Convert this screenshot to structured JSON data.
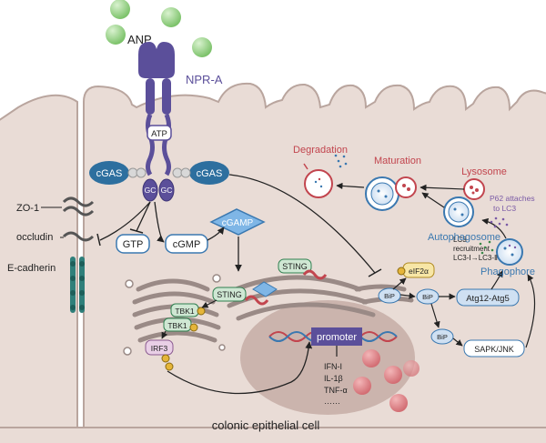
{
  "labels": {
    "anp": "ANP",
    "npr_a": "NPR-A",
    "atp": "ATP",
    "gc": "GC",
    "cgas": "cGAS",
    "gtp": "GTP",
    "cgmp": "cGMP",
    "cgamp": "cGAMP",
    "sting": "STING",
    "tbk1": "TBK1",
    "irf3": "IRF3",
    "promoter": "promoter",
    "cytokines": [
      "IFN-I",
      "IL-1β",
      "TNF-α",
      "……"
    ],
    "zo1": "ZO-1",
    "occludin": "occludin",
    "e_cadherin": "E-cadherin",
    "cell_name": "colonic epithelial cell",
    "degradation": "Degradation",
    "maturation": "Maturation",
    "lysosome": "Lysosome",
    "p62_line1": "P62 attaches",
    "p62_line2": "to LC3",
    "autophagosome": "Autophagosome",
    "phagophore": "Phagophore",
    "lc3_line1": "LC3",
    "lc3_line2": "recruitment",
    "lc3_line3": "LC3-Ⅰ→LC3-Ⅱ",
    "bip": "BiP",
    "eif2a": "eIF2α",
    "atg": "Atg12-Atg5",
    "sapk": "SAPK/JNK"
  },
  "colors": {
    "cell_fill": "#e9dcd6",
    "cell_stroke": "#b9a59e",
    "nucleus": "#c9b1ab",
    "receptor": "#5b4f9a",
    "anp_green": "#9ed58e",
    "cgas_blue": "#2d6f9f",
    "tbk1_green": "#cfe7d3",
    "irf3_pink": "#e9cfe6",
    "lysosome_red": "#c2454e",
    "autophagy_blue": "#3a78b0",
    "p62_purple": "#7a5aa6",
    "junction_teal": "#2f7f7a"
  }
}
